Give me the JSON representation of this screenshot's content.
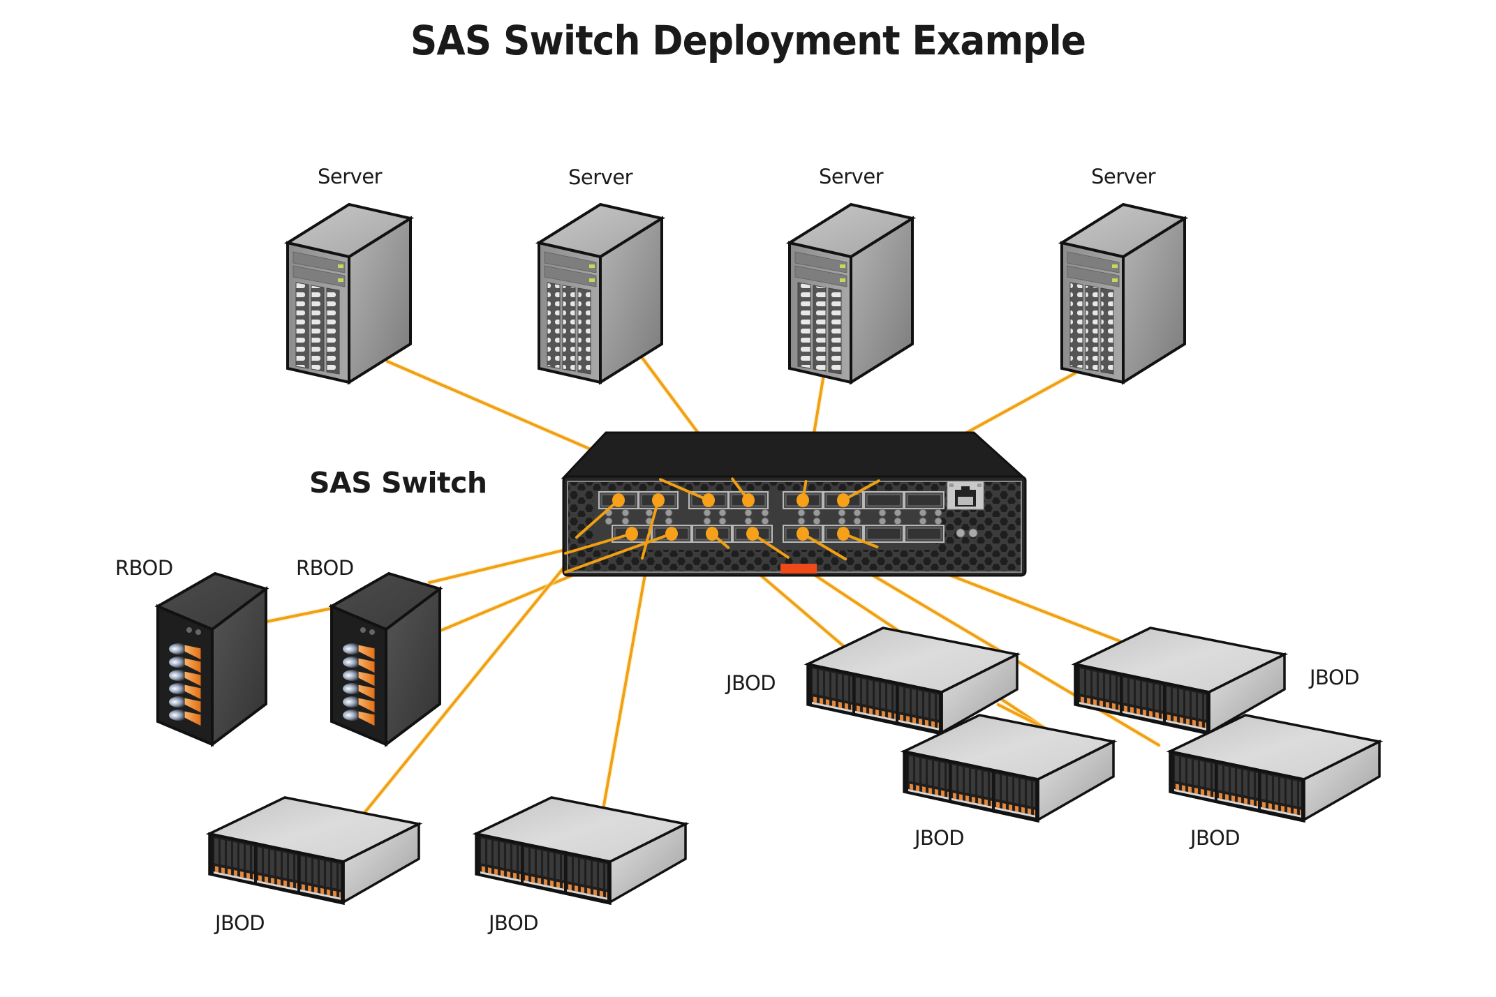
{
  "title": "SAS Switch Deployment Example",
  "switch": {
    "label": "SAS Switch",
    "ports_top_row": 8,
    "ports_bottom_row": 8,
    "has_management_port": true
  },
  "colors": {
    "cable": "#F0A012",
    "switch_body": "#222222",
    "switch_face": "#3c3c3c",
    "server_body": "#9a9a9a",
    "rbod_body": "#3a3a3a",
    "rbod_drive_accent": "#F08A2A",
    "jbod_body": "#d4d4d4",
    "jbod_led": "#E8883A",
    "status_tab": "#F04A1A"
  },
  "servers": [
    {
      "label": "Server"
    },
    {
      "label": "Server"
    },
    {
      "label": "Server"
    },
    {
      "label": "Server"
    }
  ],
  "rbods": [
    {
      "label": "RBOD"
    },
    {
      "label": "RBOD"
    }
  ],
  "jbods": [
    {
      "label": "JBOD",
      "position": "bottom-left-1"
    },
    {
      "label": "JBOD",
      "position": "bottom-left-2"
    },
    {
      "label": "JBOD",
      "position": "center-right-front"
    },
    {
      "label": "JBOD",
      "position": "center-right-back"
    },
    {
      "label": "JBOD",
      "position": "far-right-front"
    },
    {
      "label": "JBOD",
      "position": "far-right-back"
    }
  ],
  "connections": [
    {
      "from": "server-1",
      "to": "switch-top-port-3"
    },
    {
      "from": "server-2",
      "to": "switch-top-port-4"
    },
    {
      "from": "server-3",
      "to": "switch-top-port-5"
    },
    {
      "from": "server-4",
      "to": "switch-top-port-6"
    },
    {
      "from": "rbod-1",
      "to": "rbod-2"
    },
    {
      "from": "rbod-2",
      "to": "switch-bottom-port-1"
    },
    {
      "from": "rbod-2",
      "to": "switch-bottom-port-2"
    },
    {
      "from": "jbod-bottom-left-1",
      "to": "switch-top-port-1"
    },
    {
      "from": "jbod-bottom-left-2",
      "to": "switch-top-port-2"
    },
    {
      "from": "jbod-center-right-back",
      "to": "switch-bottom-port-3"
    },
    {
      "from": "jbod-center-right-front",
      "to": "switch-bottom-port-4"
    },
    {
      "from": "jbod-far-right-back",
      "to": "switch-bottom-port-5"
    },
    {
      "from": "jbod-far-right-front",
      "to": "switch-bottom-port-6"
    }
  ]
}
